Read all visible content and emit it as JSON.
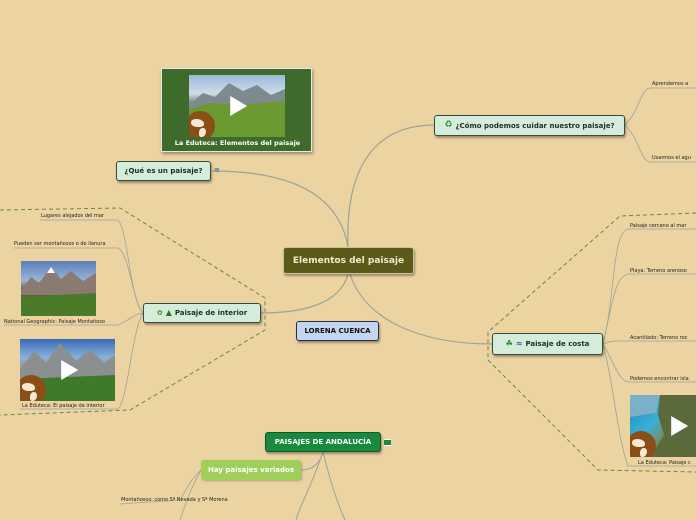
{
  "central": {
    "label": "Elementos del paisaje"
  },
  "nodes": {
    "que_es": "¿Qué es un paisaje?",
    "cuidar": "¿Cómo podemos cuidar nuestro paisaje?",
    "interior": "Paisaje de interior",
    "costa": "Paisaje de costa",
    "lorena": "LORENA CUENCA",
    "andalucia": "PAISAJES DE ANDALUCÍA",
    "variados": "Hay paisajes variados"
  },
  "leaves": {
    "aprendemos": "Aprendemos a",
    "usamos": "Usarmos el agu",
    "lugares": "Lugares alejados del mar",
    "pueden": "Pueden ser montañosos o de llanura",
    "natgeo": "National Geographic: Paisaje Montañoso",
    "eduteca_interior": "La Eduteca: El paisaje de interior",
    "cercano": "Paisaje cercano al mar",
    "playa": "Playa: Terreno arenoso",
    "acantilado": "Acantilado: Terreno roc",
    "podemos": "Podemos encontrar isla",
    "eduteca_costa": "La Eduteca: Paisaje c",
    "montanosos": "Montañosos: como Sª Nevada y Sª Morena"
  },
  "video_card": {
    "caption": "La Eduteca: Elementos del paisaje"
  },
  "icons": {
    "que_es": "notes-icon",
    "cuidar": "recycle-icon",
    "interior": "plant-tree-icon",
    "costa": "palm-wave-icon",
    "andalucia": "flag-icon"
  },
  "colors": {
    "background": "#ecd3a2",
    "central": "#5c5a1a",
    "topic": "#d4ecd9",
    "lorena": "#c3d5ef",
    "andalucia": "#198a3d",
    "variados": "#9fcf5a",
    "link": "#9aa49a",
    "dashed": "#6b8a3a"
  }
}
